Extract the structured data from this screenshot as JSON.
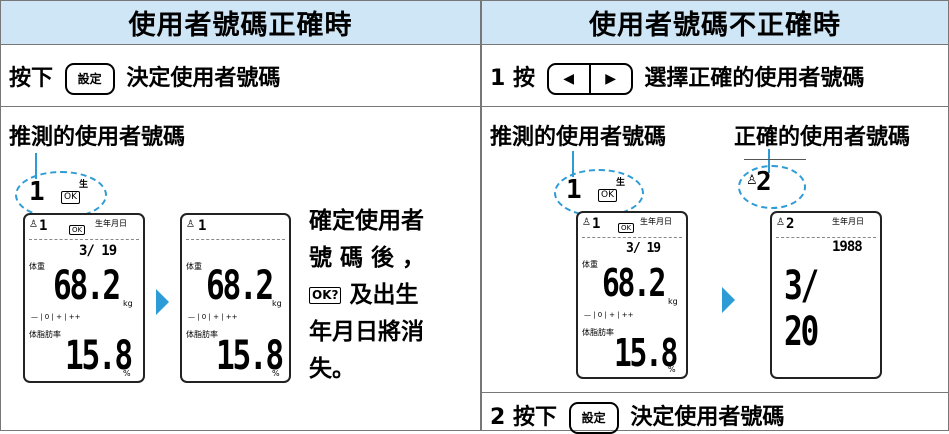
{
  "left": {
    "title": "使用者號碼正確時",
    "step_prefix": "按下",
    "step_button": "設定",
    "step_suffix": "決定使用者號碼",
    "guess_label": "推測的使用者號碼",
    "confirm_lines": [
      "確定使用者",
      "號 碼 後 ，",
      "及出生",
      "年月日將消",
      "失。"
    ],
    "confirm_ok": "OK?",
    "bubble": {
      "user_no": "1",
      "ok": "OK",
      "birth_label": "生"
    },
    "screen1": {
      "user_no": "1",
      "ok": "OK",
      "birth_label": "生年月日",
      "date": "3/ 19",
      "weight_label": "体重",
      "weight": "68.2",
      "weight_unit": "kg",
      "scale": "— | 0 | + | ++",
      "fat_label": "体脂肪率",
      "fat": "15.8",
      "fat_unit": "%"
    },
    "screen2": {
      "user_no": "1",
      "weight_label": "体重",
      "weight": "68.2",
      "weight_unit": "kg",
      "scale": "— | 0 | + | ++",
      "fat_label": "体脂肪率",
      "fat": "15.8",
      "fat_unit": "%"
    }
  },
  "right": {
    "title": "使用者號碼不正確時",
    "step1_prefix": "1 按",
    "step1_left": "◀",
    "step1_right": "▶",
    "step1_suffix": "選擇正確的使用者號碼",
    "guess_label": "推測的使用者號碼",
    "correct_label": "正確的使用者號碼",
    "bubble_guess": {
      "user_no": "1",
      "ok": "OK",
      "birth_label": "生"
    },
    "bubble_correct": {
      "user_no": "2"
    },
    "screen_guess": {
      "user_no": "1",
      "ok": "OK",
      "birth_label": "生年月日",
      "date": "3/ 19",
      "weight_label": "体重",
      "weight": "68.2",
      "weight_unit": "kg",
      "scale": "— | 0 | + | ++",
      "fat_label": "体脂肪率",
      "fat": "15.8",
      "fat_unit": "%"
    },
    "screen_correct": {
      "user_no": "2",
      "birth_label": "生年月日",
      "year": "1988",
      "date": "3/ 20"
    },
    "step2_prefix": "2 按下",
    "step2_button": "設定",
    "step2_suffix": "決定使用者號碼"
  },
  "colors": {
    "header_bg": "#cfe6f6",
    "accent": "#2d9bd6"
  }
}
